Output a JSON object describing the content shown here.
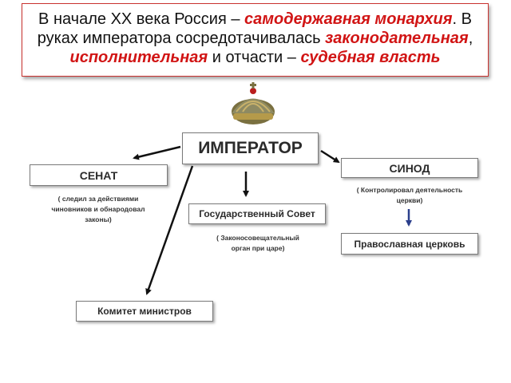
{
  "title": {
    "part1": "В начале XX века Россия – ",
    "hl1": "самодержавная монархия",
    "part2": ". В руках императора сосредотачивалась ",
    "hl2": "законодательная",
    "part3": ", ",
    "hl3": "исполнительная",
    "part4": " и отчасти – ",
    "hl4": "судебная власть"
  },
  "nodes": {
    "emperor": "ИМПЕРАТОР",
    "senate": "СЕНАТ",
    "synod": "СИНОД",
    "council": "Государственный Совет",
    "church": "Православная церковь",
    "committee": "Комитет министров"
  },
  "notes": {
    "senate": "( следил за действиями\nчиновников  и обнародовал\nзаконы)",
    "synod": "( Контролировал деятельность\nцеркви)",
    "council": "( Законосовещательный\nорган при царе)"
  },
  "colors": {
    "highlight": "#d11414",
    "arrow_black": "#111111",
    "arrow_blue": "#2b3f8c",
    "title_border": "#c9322f"
  }
}
